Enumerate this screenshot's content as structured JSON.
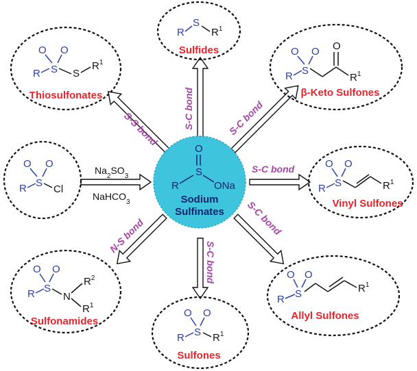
{
  "center": {
    "atoms": {
      "S": "S",
      "O": "O",
      "R": "R",
      "ONa": "ONa"
    },
    "label_line1": "Sodium",
    "label_line2": "Sulfinates",
    "fill_color": "#3ec4dc"
  },
  "colors": {
    "blue": "#2a3fa8",
    "red": "#e4252b",
    "purple": "#a744a7"
  },
  "reagents": {
    "line1_main": "Na",
    "line1_sub": "2",
    "line1_tail": "SO",
    "line1_sub2": "3",
    "line2_main": "NaHCO",
    "line2_sub": "3"
  },
  "starting_material": {
    "R": "R",
    "S": "S",
    "O1": "O",
    "O2": "O",
    "Cl": "Cl"
  },
  "products": {
    "thiosulfonates": {
      "name": "Thiosulfonates",
      "bond": "S-S bond",
      "R": "R",
      "S1": "S",
      "S2": "S",
      "O1": "O",
      "O2": "O",
      "R1": "R",
      "sup": "1"
    },
    "sulfides": {
      "name": "Sulfides",
      "bond": "S-C bond",
      "R": "R",
      "S": "S",
      "R1": "R",
      "sup": "1"
    },
    "keto_sulfones": {
      "name": "β-Keto Sulfones",
      "bond": "S-C bond",
      "R": "R",
      "S": "S",
      "O1": "O",
      "O2": "O",
      "O3": "O",
      "R1": "R",
      "sup": "1"
    },
    "vinyl_sulfones": {
      "name": "Vinyl Sulfones",
      "bond": "S-C bond",
      "R": "R",
      "S": "S",
      "O1": "O",
      "O2": "O",
      "R1": "R",
      "sup": "1"
    },
    "allyl_sulfones": {
      "name": "Allyl Sulfones",
      "bond": "S-C bond",
      "R": "R",
      "S": "S",
      "O1": "O",
      "O2": "O",
      "R1": "R",
      "sup": "1"
    },
    "sulfones": {
      "name": "Sulfones",
      "bond": "S-C bond",
      "R": "R",
      "S": "S",
      "O1": "O",
      "O2": "O",
      "R1": "R",
      "sup": "1"
    },
    "sulfonamides": {
      "name": "Sulfonamides",
      "bond": "N-S bond",
      "R": "R",
      "S": "S",
      "N": "N",
      "O1": "O",
      "O2": "O",
      "R1": "R",
      "sup1": "1",
      "R2": "R",
      "sup2": "2"
    }
  }
}
